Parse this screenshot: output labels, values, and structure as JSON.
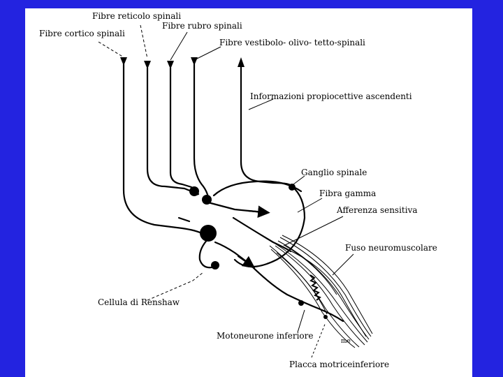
{
  "background_color": "#2323e0",
  "labels": {
    "fibre_reticolo_spinali": "Fibre reticolo spinali",
    "fibre_rubro_spinali": "Fibre rubro spinali",
    "fibre_cortico_spinali": "Fibre cortico spinali",
    "fibre_vestibolo": "Fibre vestibolo- olivo- tetto-spinali",
    "informazioni_propiocettive": "Informazioni propiocettive ascendenti",
    "ganglio_spinale": "Ganglio spinale",
    "fibra_gamma": "Fibra gamma",
    "afferenza_sensitiva": "Afferenza sensitiva",
    "fuso_neuromuscolare": "Fuso neuromuscolare",
    "cellula_di_renshaw": "Cellula di Renshaw",
    "motoneurone_inferiore": "Motoneurone inferiore",
    "placca_motrice": "Placca motriceinferiore",
    "muscle_mark": "me"
  }
}
